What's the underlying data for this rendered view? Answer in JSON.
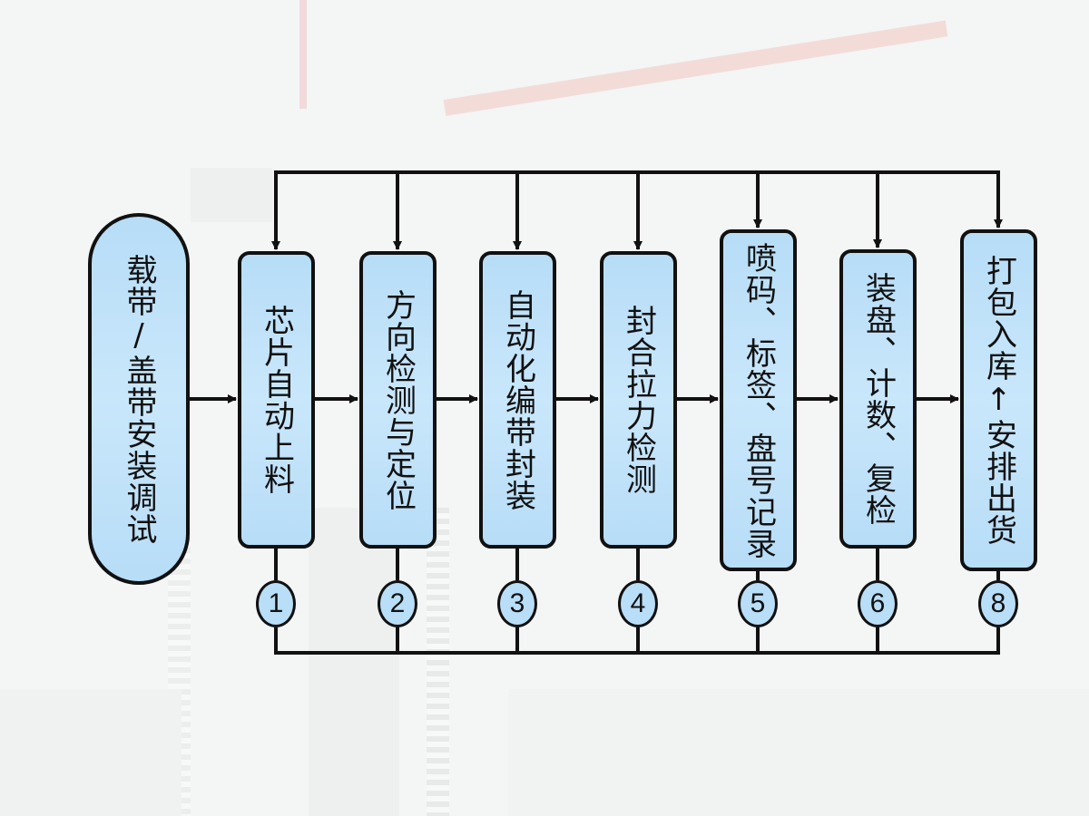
{
  "diagram": {
    "start_node": {
      "label": "载带/盖带安装调试"
    },
    "steps": [
      {
        "label": "芯片自动上料",
        "number": "1"
      },
      {
        "label": "方向检测与定位",
        "number": "2"
      },
      {
        "label": "自动化编带封装",
        "number": "3"
      },
      {
        "label": "封合拉力检测",
        "number": "4"
      },
      {
        "label": "喷码、标签、盘号记录",
        "number": "5"
      },
      {
        "label": "装盘、计数、复检",
        "number": "6"
      },
      {
        "label": "打包入库↑安排出货",
        "number": "8"
      }
    ],
    "colors": {
      "node_fill": "#bfe1f8",
      "stroke": "#111111"
    }
  }
}
